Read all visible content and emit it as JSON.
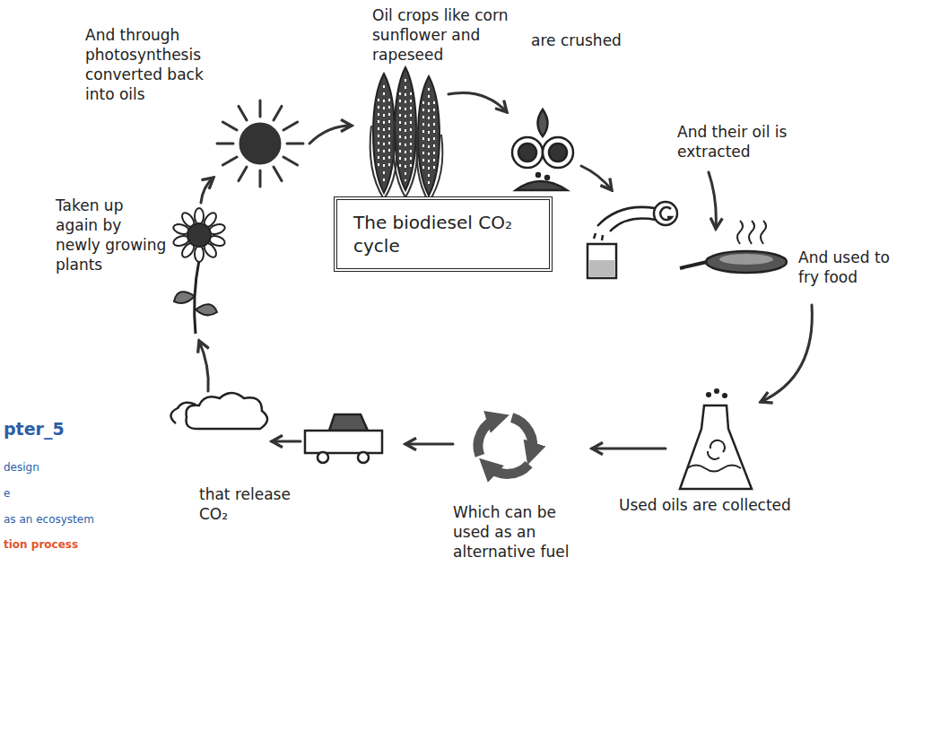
{
  "diagram": {
    "nodes": [
      {
        "text": [
          "The biodiesel CO₂ cycle"
        ]
      }
    ],
    "labels": [
      "Oil crops like corn sunflower and rapeseed",
      "And through photosynthesis converted back into oils",
      "are crushed",
      "And their oil is extracted",
      "Taken up again by newly growing plants",
      "And used to fry food",
      "pter_5",
      "design",
      "e",
      "as an ecosystem",
      "tion process",
      "that release CO₂",
      "Used oils are collected",
      "Which can be used as an alternative fuel"
    ]
  }
}
